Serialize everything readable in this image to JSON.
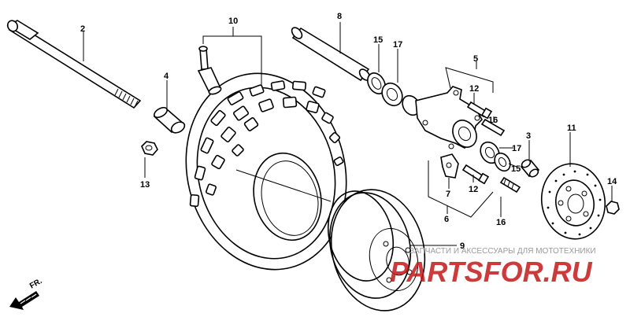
{
  "callouts": {
    "c2": "2",
    "c10": "10",
    "c8": "8",
    "c4": "4",
    "c15a": "15",
    "c17a": "17",
    "c5": "5",
    "c12a": "12",
    "c16a": "16",
    "c3": "3",
    "c11": "11",
    "c17b": "17",
    "c15b": "15",
    "c13": "13",
    "c7": "7",
    "c12b": "12",
    "c14": "14",
    "c6": "6",
    "c16b": "16",
    "c9": "9"
  },
  "direction_label": "FR.",
  "watermark": {
    "tagline": "ЗАПЧАСТИ И АКСЕССУАРЫ ДЛЯ МОТОТЕХНИКИ",
    "logo": "PARTSFOR.RU",
    "logo_color": "#c41a1a"
  }
}
